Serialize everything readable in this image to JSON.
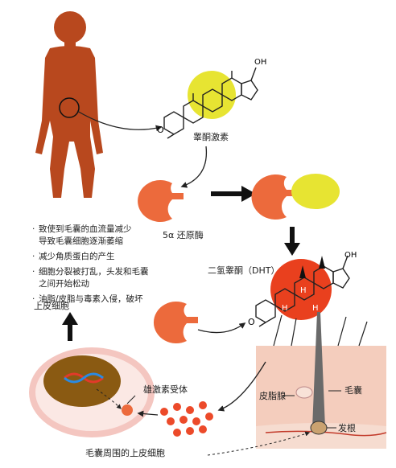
{
  "labels": {
    "testosterone": "睾酮激素",
    "enzyme": "5α 还原酶",
    "dht": "二氢睾酮（DHT）",
    "oh_top": "OH",
    "oh_dht": "OH",
    "o_top": "O",
    "o_dht": "O",
    "h_atoms": [
      "H",
      "H",
      "H"
    ],
    "receptor": "雄激素受体",
    "follicle": "毛囊",
    "sebaceous": "皮脂腺",
    "hair_root": "发根",
    "epithelial_top": "上皮细胞",
    "epithelial_bottom": "毛囊周围的上皮细胞"
  },
  "effects": [
    "致使到毛囊的血流量减少\n导致毛囊细胞逐渐萎缩",
    "减少角质蛋白的产生",
    "细胞分裂被打乱，头发和毛囊\n之间开始松动",
    "油脂/皮脂与毒素入侵，破坏"
  ],
  "effect_bullet": "·",
  "colors": {
    "body": "#b8481e",
    "enzyme": "#ec6a3c",
    "testosterone_highlight": "#e7e432",
    "dht_circle": "#e9401e",
    "skin": "#f4cdbd",
    "cell_outer": "#f4c6c0",
    "nucleus": "#8a5a12",
    "arrow": "#111111"
  }
}
